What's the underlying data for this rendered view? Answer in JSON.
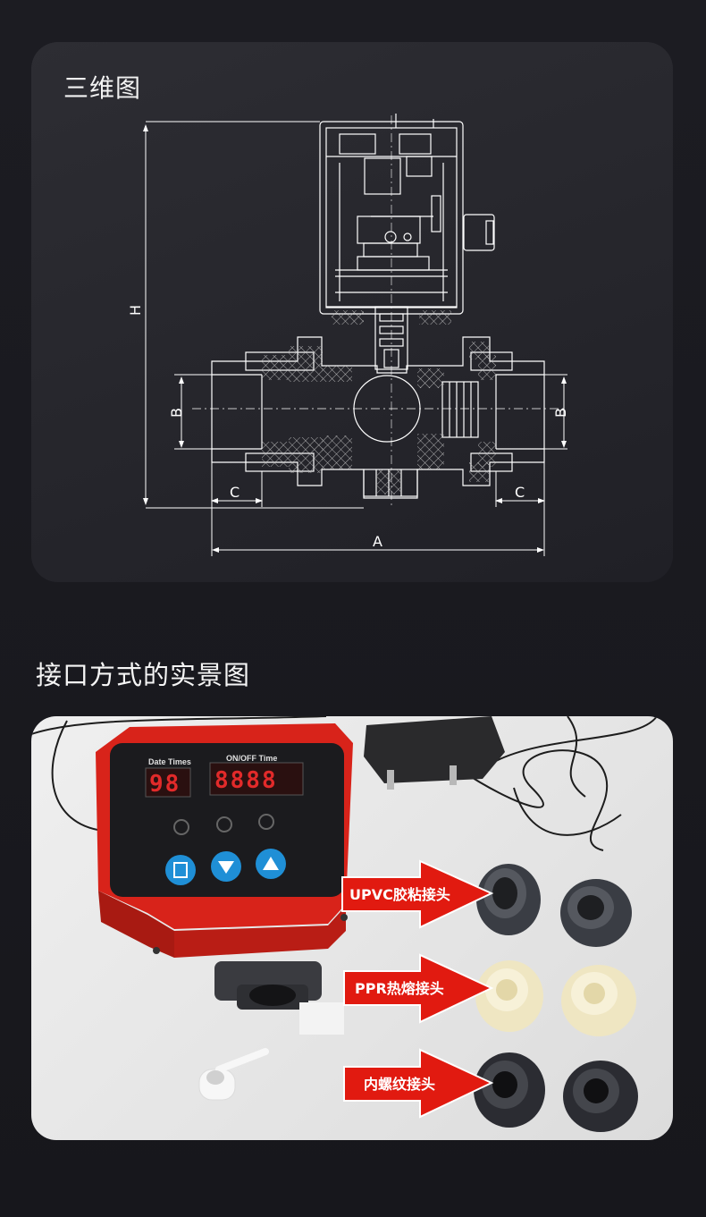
{
  "drawing_card": {
    "title": "三维图",
    "dimension_labels": {
      "height": "H",
      "bore_left": "B",
      "bore_right": "B",
      "socket_left": "C",
      "socket_right": "C",
      "length": "A"
    }
  },
  "photo_section": {
    "title": "接口方式的实景图",
    "controller": {
      "date_label": "Date Times",
      "date_value": "98",
      "onoff_label": "ON/OFF Time",
      "onoff_value": "8888"
    },
    "connectors": [
      {
        "label": "UPVC胶粘接头"
      },
      {
        "label": "PPR热熔接头"
      },
      {
        "label": "内螺纹接头"
      }
    ],
    "colors": {
      "housing": "#e1251b",
      "arrow": "#e11a10",
      "upvc": "#3a3d44",
      "ppr": "#efe6c2",
      "thread": "#2b2c32"
    }
  }
}
